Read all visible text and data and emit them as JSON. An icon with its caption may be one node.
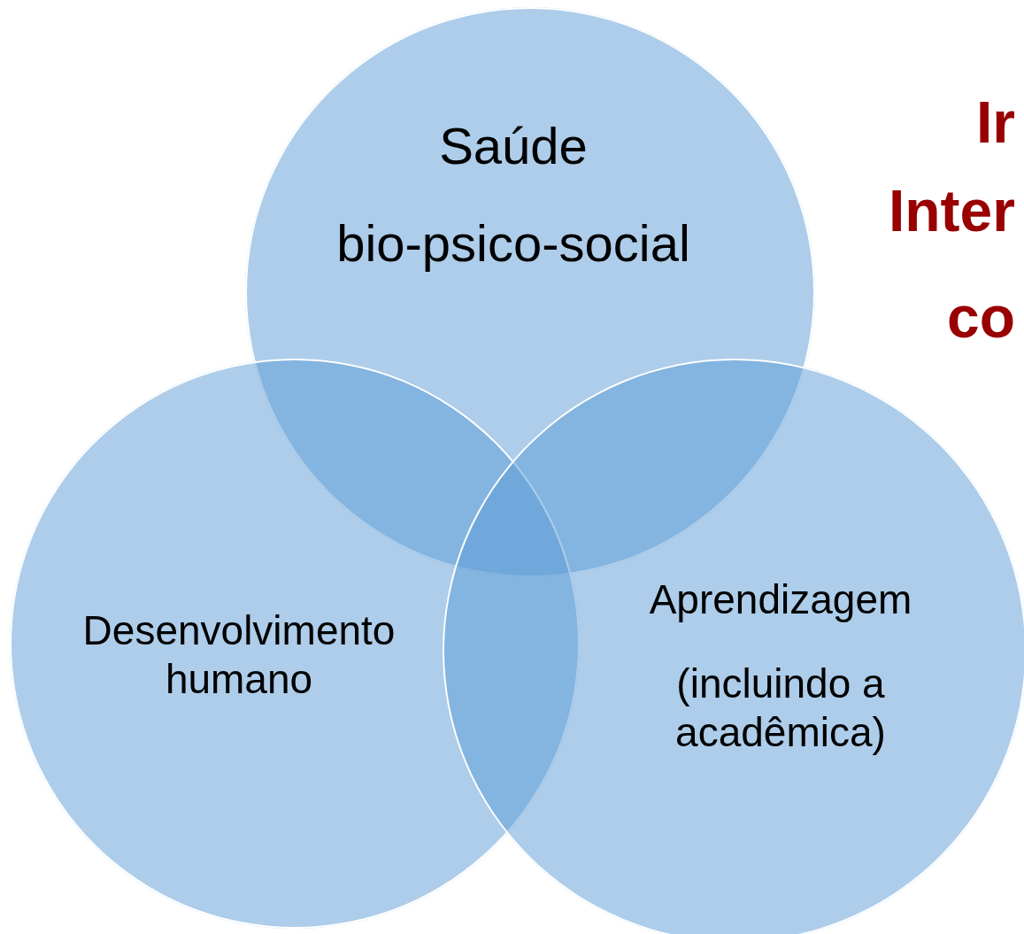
{
  "diagram": {
    "nodes": [
      {
        "text": [
          "Saúde",
          "bio-psico-social"
        ]
      },
      {
        "text": [
          "Desenvolvimento humano"
        ]
      },
      {
        "text": [
          "Aprendizagem",
          "(incluindo a acadêmica)"
        ]
      }
    ],
    "labels": [
      "Ir",
      "Inter",
      "co"
    ]
  }
}
